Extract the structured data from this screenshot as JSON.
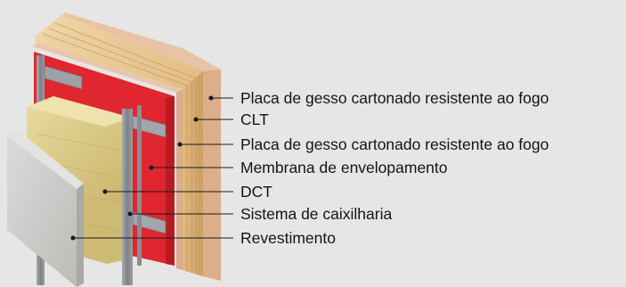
{
  "diagram": {
    "labels": [
      "Placa de gesso cartonado resistente ao fogo",
      "CLT",
      "Placa de gesso cartonado resistente ao fogo",
      "Membrana de envelopamento",
      "DCT",
      "Sistema de caixilharia",
      "Revestimento"
    ]
  },
  "colors": {
    "background": "#e6e6e6",
    "leader_line": "#1a1a1a",
    "gypsum_board": "#e8c3a6",
    "clt_wood": "#dcb27a",
    "membrane": "#e0262e",
    "insulation": "#d9c884",
    "metal_rail": "#8f9296",
    "cladding": "#c9c9c7"
  },
  "icons": [
    "wall-assembly-illustration"
  ]
}
